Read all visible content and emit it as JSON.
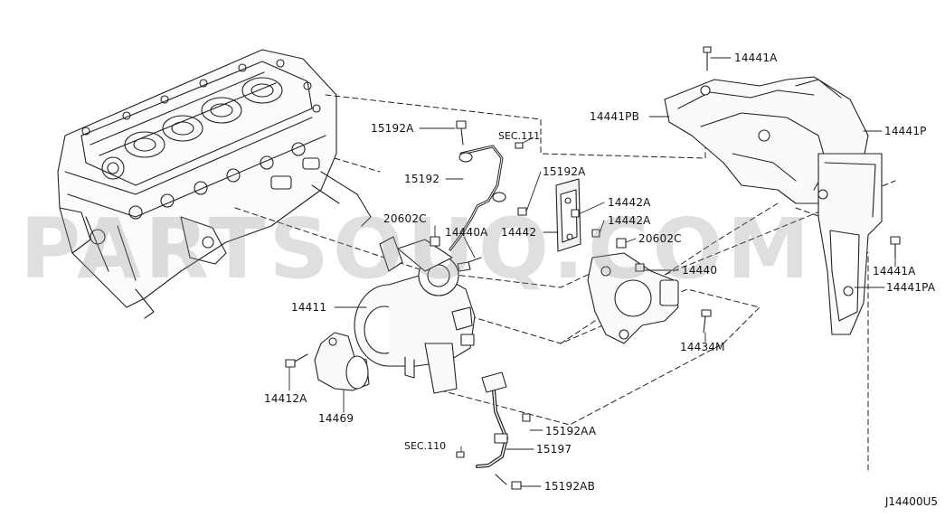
{
  "diagram": {
    "watermark": "PARTSOUQ.COM",
    "drawing_code": "J14400U5",
    "parts": [
      {
        "id": "14441a_top",
        "label": "14441A"
      },
      {
        "id": "14441pb",
        "label": "14441PB"
      },
      {
        "id": "14441p",
        "label": "14441P"
      },
      {
        "id": "15192a_top",
        "label": "15192A"
      },
      {
        "id": "sec111",
        "label": "SEC.111"
      },
      {
        "id": "15192",
        "label": "15192"
      },
      {
        "id": "15192a_mid",
        "label": "15192A"
      },
      {
        "id": "14442a_1",
        "label": "14442A"
      },
      {
        "id": "14442a_2",
        "label": "14442A"
      },
      {
        "id": "14442",
        "label": "14442"
      },
      {
        "id": "20602c_left",
        "label": "20602C"
      },
      {
        "id": "14440a",
        "label": "14440A"
      },
      {
        "id": "20602c_right",
        "label": "20602C"
      },
      {
        "id": "14440",
        "label": "14440"
      },
      {
        "id": "14441a_right",
        "label": "14441A"
      },
      {
        "id": "14441pa",
        "label": "14441PA"
      },
      {
        "id": "14411",
        "label": "14411"
      },
      {
        "id": "14434m",
        "label": "14434M"
      },
      {
        "id": "14412a",
        "label": "14412A"
      },
      {
        "id": "14469",
        "label": "14469"
      },
      {
        "id": "15192aa",
        "label": "15192AA"
      },
      {
        "id": "sec110",
        "label": "SEC.110"
      },
      {
        "id": "15197",
        "label": "15197"
      },
      {
        "id": "15192ab",
        "label": "15192AB"
      }
    ]
  }
}
